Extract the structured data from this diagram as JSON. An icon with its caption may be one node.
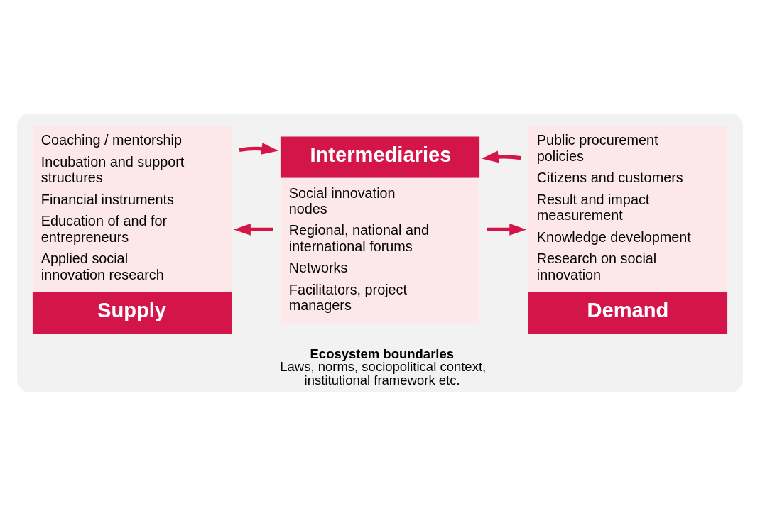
{
  "diagram": {
    "nodes": [
      {
        "text": [
          "Ecosystem boundaries",
          "Laws, norms, sociopolitical context, institutional framework etc."
        ]
      },
      {
        "text": [
          "Coaching / mentorship",
          "Incubation and support structures",
          "Financial instruments",
          "Education of and for entrepreneurs",
          "Applied social innovation research",
          "Supply"
        ],
        "in": 0
      },
      {
        "text": [
          "Intermediaries",
          "Social innovation nodes",
          "Regional, national and international forums",
          "Networks",
          "Facilitators, project managers"
        ],
        "in": 0
      },
      {
        "text": [
          "Public procurement policies",
          "Citizens and customers",
          "Result and impact measurement",
          "Knowledge development",
          "Research on social innovation",
          "Demand"
        ],
        "in": 0
      }
    ],
    "edges": [
      {
        "from": 2,
        "to": 1,
        "arrow": "to"
      },
      {
        "from": 2,
        "to": 3,
        "arrow": "to"
      },
      {
        "from": 1,
        "to": 2,
        "arrow": "to"
      },
      {
        "from": 3,
        "to": 2,
        "arrow": "to"
      }
    ]
  }
}
